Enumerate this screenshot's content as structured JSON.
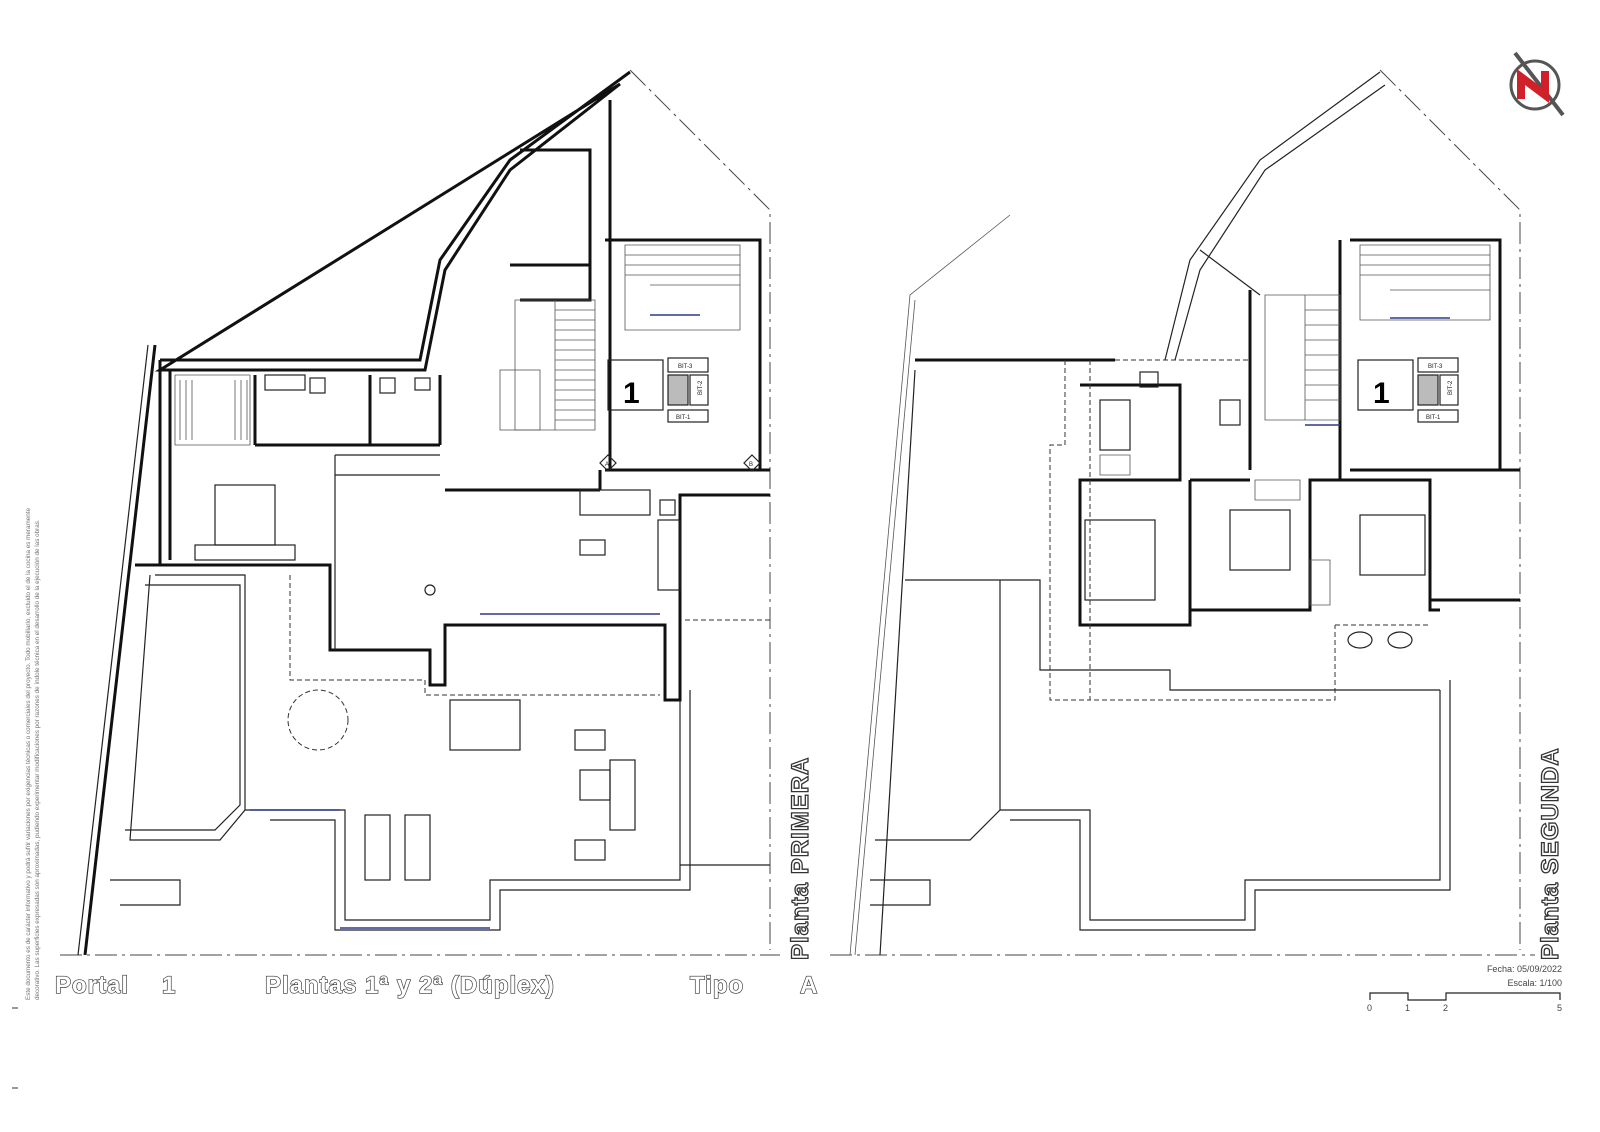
{
  "disclaimer": [
    "Este documento es de carácter informativo y podrá sufrir variaciones por exigencias técnicas o comerciales del proyecto. Todo mobiliario, excluido el de la cocina es meramente",
    "decorativo. Las superficies expresadas son aproximadas, pudiendo experimentar modificaciones por razones de índole técnica en el desarrollo de la ejecución de las obras."
  ],
  "title_block": {
    "portal_label": "Portal",
    "portal_value": "1",
    "floors_label": "Plantas 1ª y 2ª (Dúplex)",
    "type_label": "Tipo",
    "type_value": "A"
  },
  "plans": [
    {
      "label": "Planta PRIMERA"
    },
    {
      "label": "Planta SEGUNDA"
    }
  ],
  "markers": {
    "stair_number": "1",
    "access_a": "A",
    "access_b": "B",
    "shafts": [
      "BIT-1",
      "BIT-2",
      "BIT-3"
    ]
  },
  "footer": {
    "date": "Fecha: 05/09/2022",
    "scale": "Escala: 1/100",
    "scale_ticks": [
      "0",
      "1",
      "2",
      "5"
    ]
  },
  "logo": {
    "name": "north-arrow-logo",
    "colors": [
      "#d0202a",
      "#555555"
    ]
  }
}
